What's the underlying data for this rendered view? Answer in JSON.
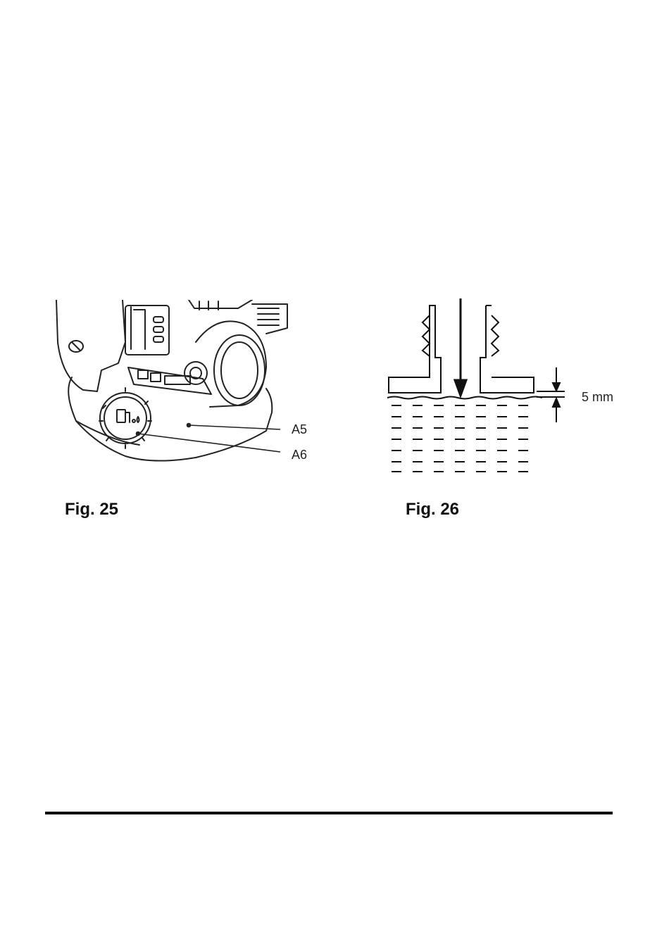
{
  "figures": [
    {
      "id": "fig25",
      "caption": "Fig. 25",
      "callouts": {
        "a5": "A5",
        "a6": "A6"
      }
    },
    {
      "id": "fig26",
      "caption": "Fig. 26",
      "dimension": "5 mm"
    }
  ]
}
